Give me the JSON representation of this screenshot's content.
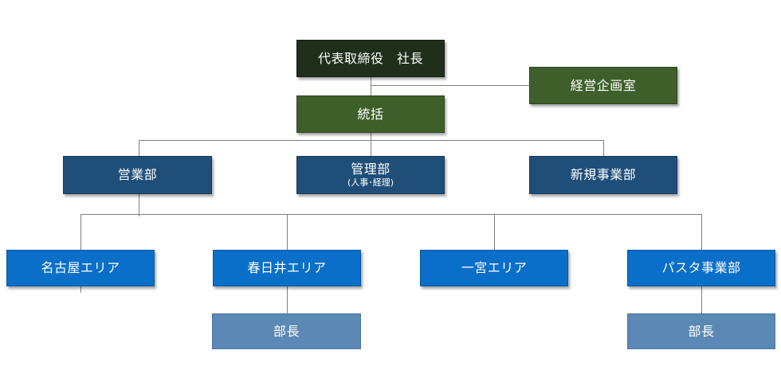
{
  "org_chart": {
    "president": "代表取締役　社長",
    "planning_office": "経営企画室",
    "general": "統括",
    "divisions": {
      "sales": "営業部",
      "admin": {
        "label": "管理部",
        "sub": "(人事･経理)"
      },
      "new_business": "新規事業部"
    },
    "areas": {
      "nagoya": "名古屋エリア",
      "kasugai": "春日井エリア",
      "ichinomiya": "一宮エリア",
      "pasta": "パスタ事業部"
    },
    "managers": {
      "kasugai_manager": "部長",
      "pasta_manager": "部長"
    }
  }
}
